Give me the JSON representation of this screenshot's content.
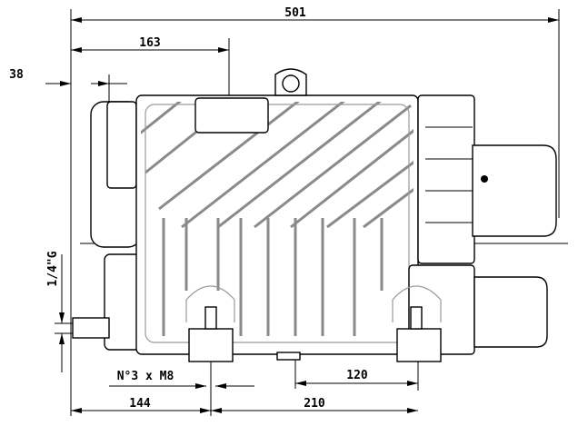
{
  "drawing": {
    "dimensions": {
      "overall_length": "501",
      "inlet_offset": "163",
      "left_offset": "38",
      "port_thread": "1/4\"G",
      "mounting_holes": "N°3 x M8",
      "foot_spacing_right": "120",
      "foot_offset_left": "144",
      "foot_spacing": "210"
    }
  }
}
